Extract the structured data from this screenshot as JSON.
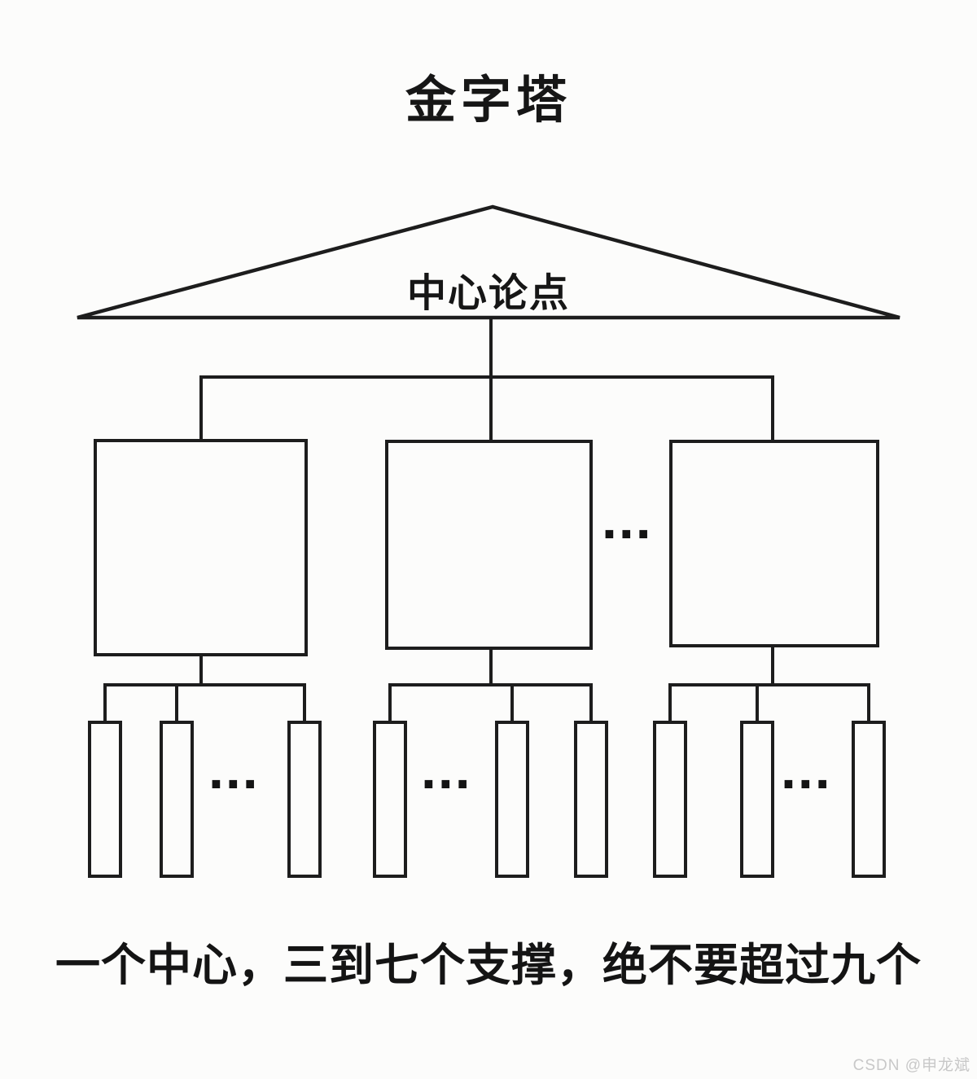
{
  "title": "金字塔",
  "triangle": {
    "label": "中心论点"
  },
  "ellipsis": "...",
  "caption": "一个中心，三到七个支撑，绝不要超过九个",
  "watermark": "CSDN @申龙斌",
  "colors": {
    "line": "#1d1d1d",
    "text": "#161616",
    "background": "#fcfcfb",
    "watermark_text": "#c8c8c8"
  }
}
